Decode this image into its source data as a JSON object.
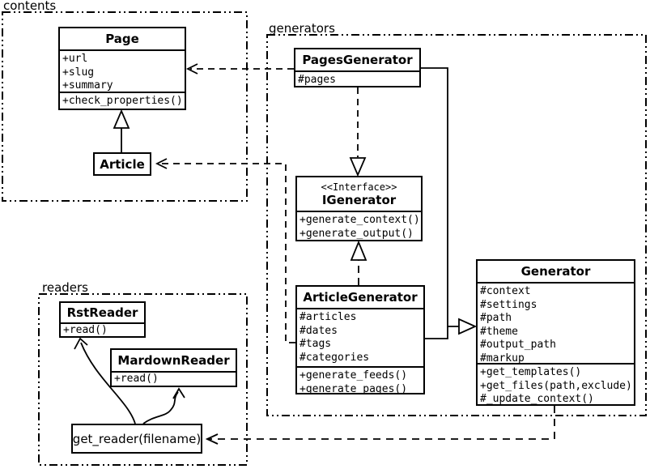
{
  "packages": {
    "contents": {
      "label": "contents"
    },
    "generators": {
      "label": "generators"
    },
    "readers": {
      "label": "readers"
    }
  },
  "classes": {
    "page": {
      "name": "Page",
      "attributes": [
        "+url",
        "+slug",
        "+summary"
      ],
      "methods": [
        "+check_properties()"
      ]
    },
    "article": {
      "name": "Article"
    },
    "pages_generator": {
      "name": "PagesGenerator",
      "attributes": [
        "#pages"
      ]
    },
    "igenerator": {
      "stereotype": "<<Interface>>",
      "name": "IGenerator",
      "methods": [
        "+generate_context()",
        "+generate_output()"
      ]
    },
    "article_generator": {
      "name": "ArticleGenerator",
      "attributes": [
        "#articles",
        "#dates",
        "#tags",
        "#categories"
      ],
      "methods": [
        "+generate_feeds()",
        "+generate_pages()"
      ]
    },
    "generator": {
      "name": "Generator",
      "attributes": [
        "#context",
        "#settings",
        "#path",
        "#theme",
        "#output_path",
        "#markup"
      ],
      "methods": [
        "+get_templates()",
        "+get_files(path,exclude)",
        "#_update_context()"
      ]
    },
    "rst_reader": {
      "name": "RstReader",
      "methods": [
        "+read()"
      ]
    },
    "mardown_reader": {
      "name": "MardownReader",
      "methods": [
        "+read()"
      ]
    },
    "get_reader": {
      "name": "get_reader(filename)"
    }
  },
  "relationships": [
    {
      "type": "inheritance",
      "from": "Article",
      "to": "Page"
    },
    {
      "type": "dependency",
      "from": "PagesGenerator",
      "to": "Page"
    },
    {
      "type": "dependency",
      "from": "ArticleGenerator",
      "to": "Article"
    },
    {
      "type": "realization",
      "from": "PagesGenerator",
      "to": "IGenerator"
    },
    {
      "type": "realization",
      "from": "ArticleGenerator",
      "to": "IGenerator"
    },
    {
      "type": "inheritance",
      "from": "PagesGenerator",
      "to": "Generator"
    },
    {
      "type": "inheritance",
      "from": "ArticleGenerator",
      "to": "Generator"
    },
    {
      "type": "dependency",
      "from": "Generator",
      "to": "get_reader(filename)"
    },
    {
      "type": "association",
      "from": "get_reader(filename)",
      "to": "RstReader"
    },
    {
      "type": "association",
      "from": "get_reader(filename)",
      "to": "MardownReader"
    }
  ],
  "colors": {
    "line": "#000000",
    "background": "#ffffff",
    "box_fill": "#ffffff"
  }
}
